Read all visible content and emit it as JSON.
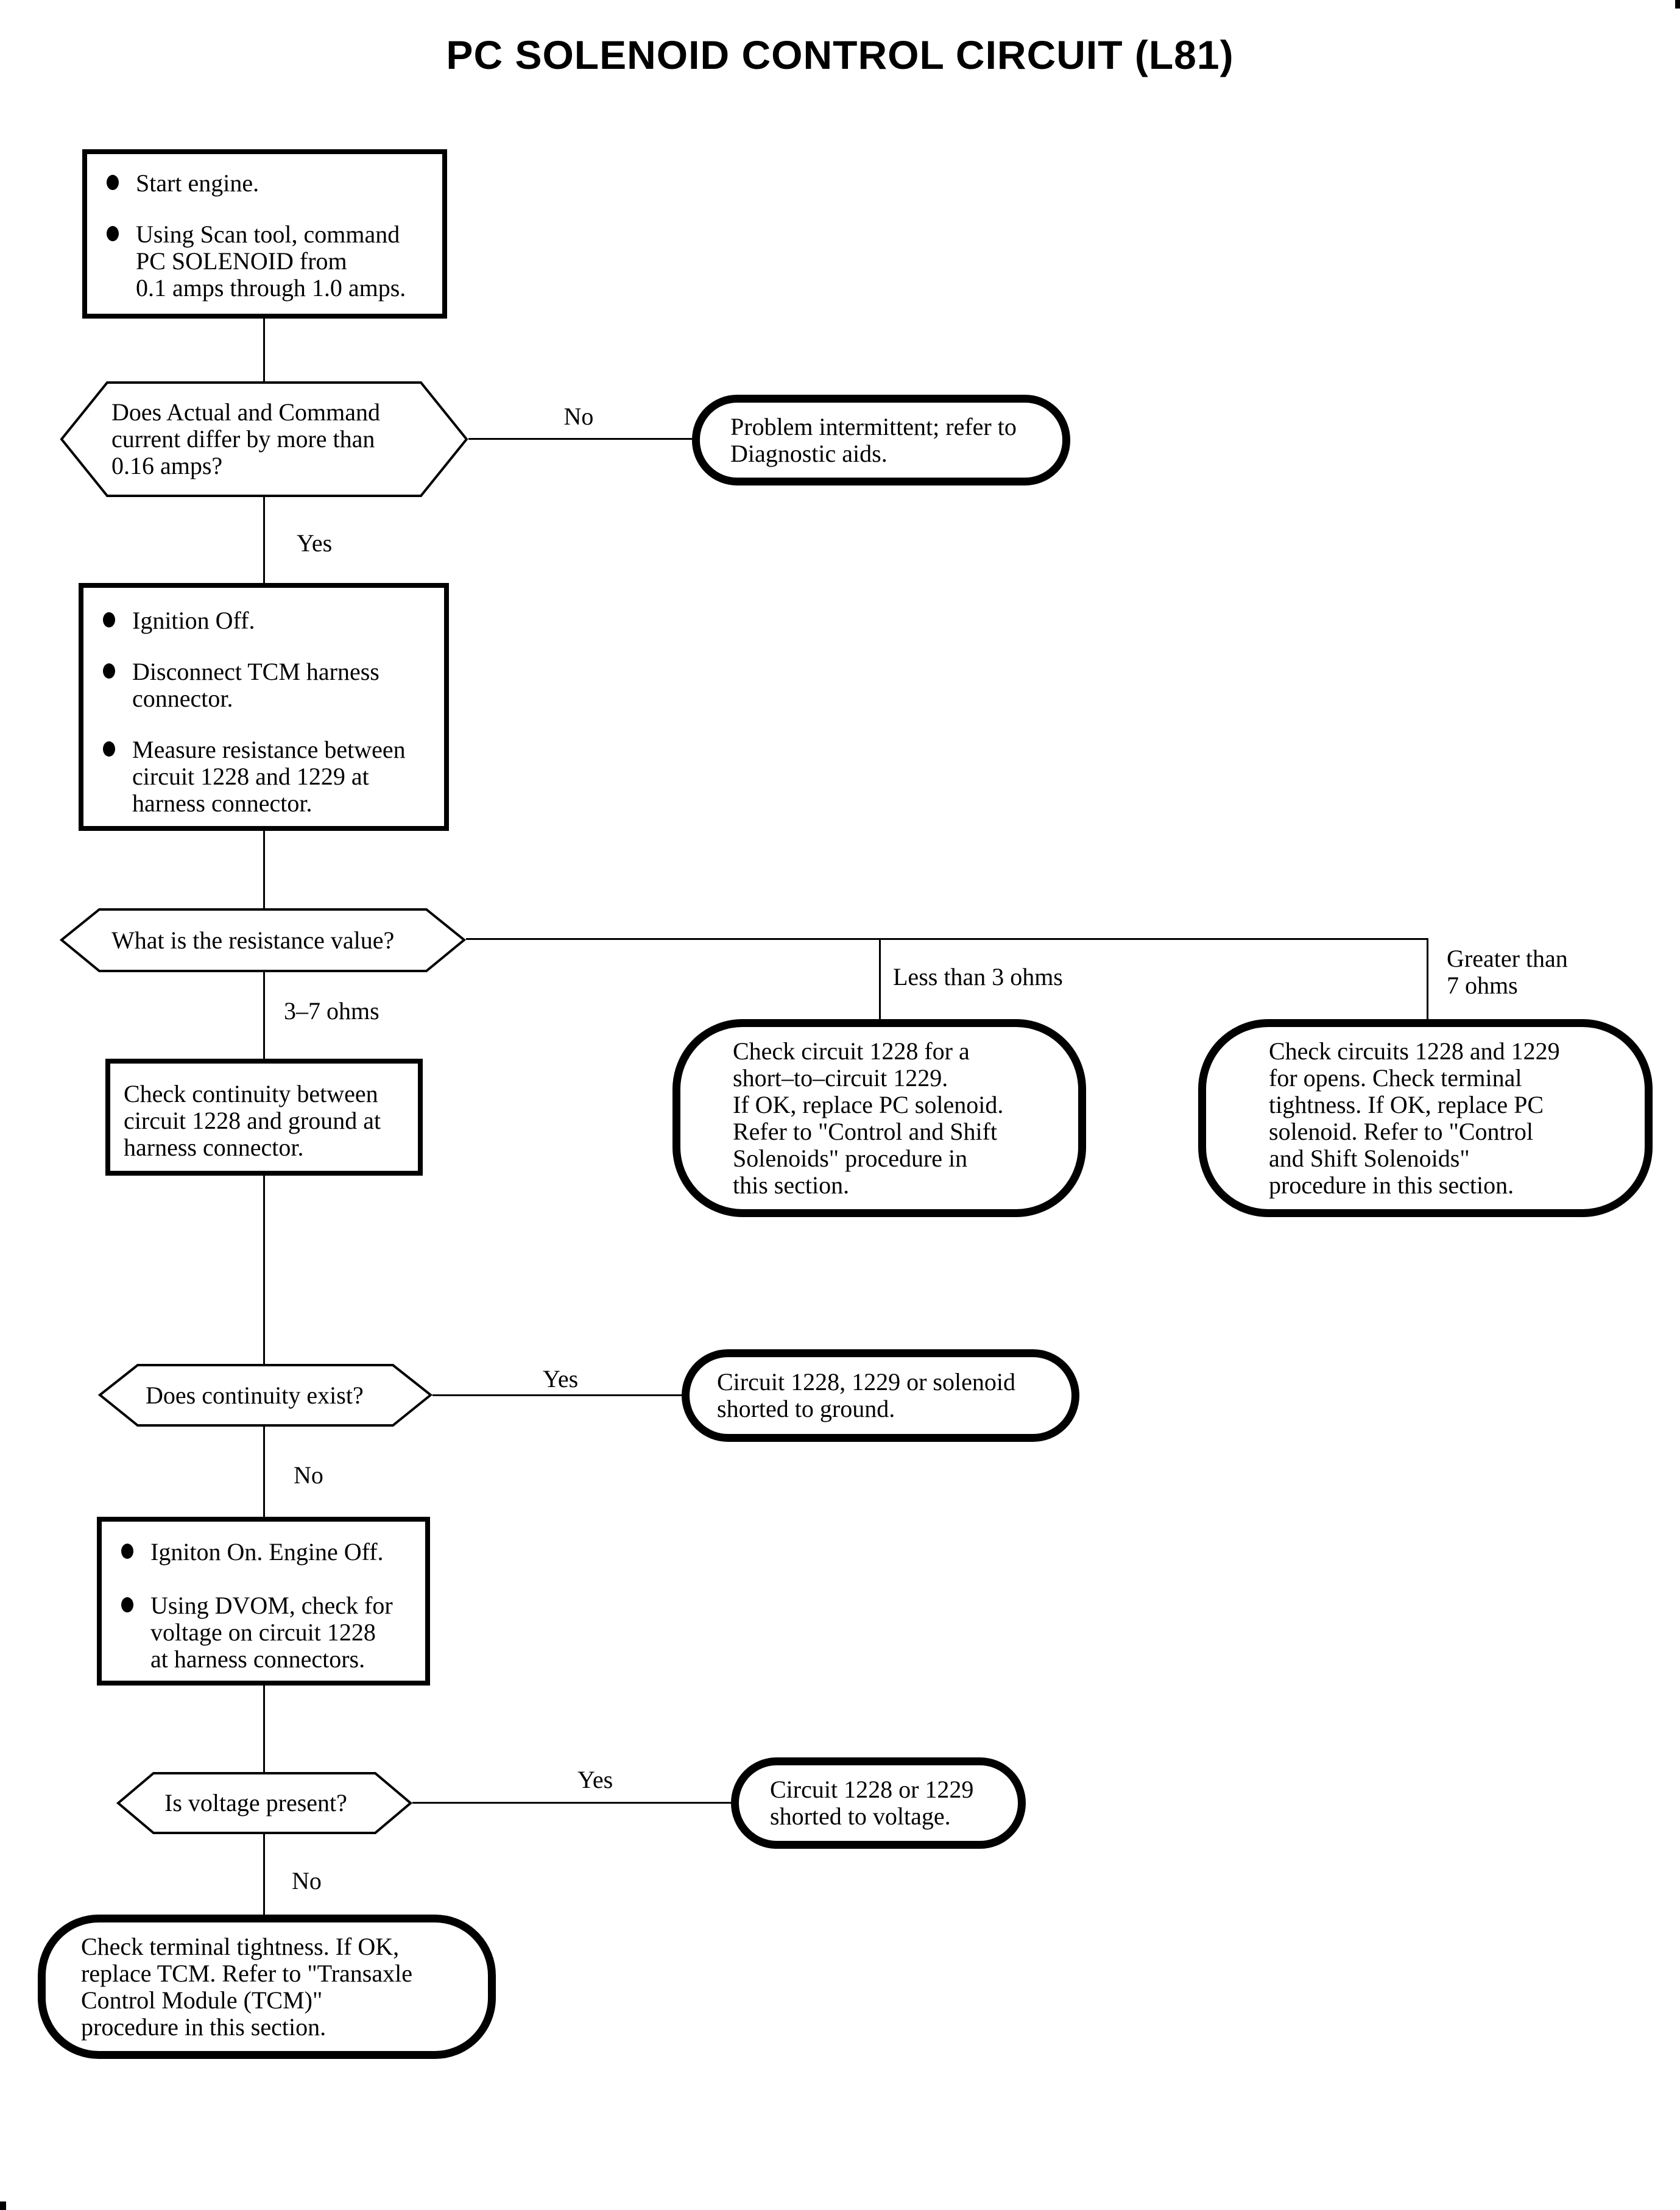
{
  "title": "PC SOLENOID CONTROL CIRCUIT (L81)",
  "labels": {
    "no1": "No",
    "yes1": "Yes",
    "r37": "3–7 ohms",
    "less3": "Less than 3 ohms",
    "greater7": [
      "Greater than",
      "7 ohms"
    ],
    "yes2": "Yes",
    "no2": "No",
    "yes3": "Yes",
    "no3": "No"
  },
  "nodes": {
    "start": {
      "items": [
        {
          "lines": [
            "Start engine."
          ]
        },
        {
          "lines": [
            "Using Scan tool, command",
            "PC SOLENOID from",
            "0.1 amps through 1.0 amps."
          ]
        }
      ]
    },
    "q_current": {
      "lines": [
        "Does Actual and Command",
        "current differ by more than",
        "0.16 amps?"
      ]
    },
    "intermittent": {
      "lines": [
        "Problem intermittent; refer to",
        "Diagnostic aids."
      ]
    },
    "ignition_off": {
      "items": [
        {
          "lines": [
            "Ignition Off."
          ]
        },
        {
          "lines": [
            "Disconnect TCM harness",
            "connector."
          ]
        },
        {
          "lines": [
            "Measure resistance between",
            "circuit 1228 and 1229 at",
            "harness connector."
          ]
        }
      ]
    },
    "q_resistance": {
      "lines": [
        "What is the resistance value?"
      ]
    },
    "check_short": {
      "lines": [
        "Check circuit 1228 for a",
        "short–to–circuit 1229.",
        "If OK, replace PC solenoid.",
        "Refer to \"Control and Shift",
        "Solenoids\" procedure in",
        "this section."
      ]
    },
    "check_opens": {
      "lines": [
        "Check circuits 1228 and 1229",
        "for opens. Check terminal",
        "tightness. If OK, replace PC",
        "solenoid. Refer to \"Control",
        "and Shift Solenoids\"",
        "procedure in this section."
      ]
    },
    "check_continuity": {
      "lines": [
        "Check continuity between",
        "circuit 1228 and ground at",
        "harness connector."
      ]
    },
    "q_continuity": {
      "lines": [
        "Does continuity exist?"
      ]
    },
    "shorted_ground": {
      "lines": [
        "Circuit 1228, 1229 or solenoid",
        "shorted to ground."
      ]
    },
    "ignition_on": {
      "items": [
        {
          "lines": [
            "Igniton On. Engine Off."
          ]
        },
        {
          "lines": [
            "Using DVOM, check for",
            "voltage on circuit 1228",
            "at harness connectors."
          ]
        }
      ]
    },
    "q_voltage": {
      "lines": [
        "Is voltage present?"
      ]
    },
    "shorted_voltage": {
      "lines": [
        "Circuit 1228 or 1229",
        "shorted to voltage."
      ]
    },
    "replace_tcm": {
      "lines": [
        "Check terminal tightness. If OK,",
        "replace TCM. Refer to \"Transaxle",
        "Control Module (TCM)\"",
        "procedure in this section."
      ]
    }
  }
}
